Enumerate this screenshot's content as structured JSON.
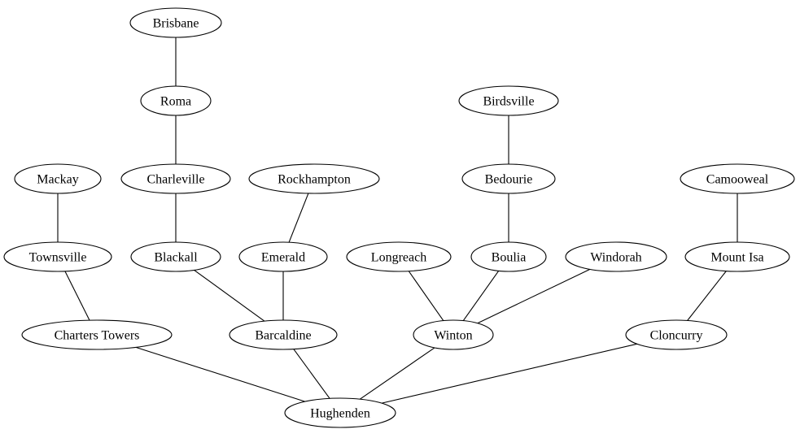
{
  "nodes": [
    {
      "id": "brisbane",
      "label": "Brisbane"
    },
    {
      "id": "roma",
      "label": "Roma"
    },
    {
      "id": "birdsville",
      "label": "Birdsville"
    },
    {
      "id": "mackay",
      "label": "Mackay"
    },
    {
      "id": "charleville",
      "label": "Charleville"
    },
    {
      "id": "rockhampton",
      "label": "Rockhampton"
    },
    {
      "id": "bedourie",
      "label": "Bedourie"
    },
    {
      "id": "camooweal",
      "label": "Camooweal"
    },
    {
      "id": "townsville",
      "label": "Townsville"
    },
    {
      "id": "blackall",
      "label": "Blackall"
    },
    {
      "id": "emerald",
      "label": "Emerald"
    },
    {
      "id": "longreach",
      "label": "Longreach"
    },
    {
      "id": "boulia",
      "label": "Boulia"
    },
    {
      "id": "windorah",
      "label": "Windorah"
    },
    {
      "id": "mount-isa",
      "label": "Mount Isa"
    },
    {
      "id": "charters-towers",
      "label": "Charters Towers"
    },
    {
      "id": "barcaldine",
      "label": "Barcaldine"
    },
    {
      "id": "winton",
      "label": "Winton"
    },
    {
      "id": "cloncurry",
      "label": "Cloncurry"
    },
    {
      "id": "hughenden",
      "label": "Hughenden"
    }
  ],
  "edges": [
    [
      "brisbane",
      "roma"
    ],
    [
      "roma",
      "charleville"
    ],
    [
      "charleville",
      "blackall"
    ],
    [
      "blackall",
      "barcaldine"
    ],
    [
      "rockhampton",
      "emerald"
    ],
    [
      "emerald",
      "barcaldine"
    ],
    [
      "barcaldine",
      "hughenden"
    ],
    [
      "mackay",
      "townsville"
    ],
    [
      "townsville",
      "charters-towers"
    ],
    [
      "charters-towers",
      "hughenden"
    ],
    [
      "birdsville",
      "bedourie"
    ],
    [
      "bedourie",
      "boulia"
    ],
    [
      "boulia",
      "winton"
    ],
    [
      "longreach",
      "winton"
    ],
    [
      "windorah",
      "winton"
    ],
    [
      "winton",
      "hughenden"
    ],
    [
      "camooweal",
      "mount-isa"
    ],
    [
      "mount-isa",
      "cloncurry"
    ],
    [
      "cloncurry",
      "hughenden"
    ]
  ]
}
